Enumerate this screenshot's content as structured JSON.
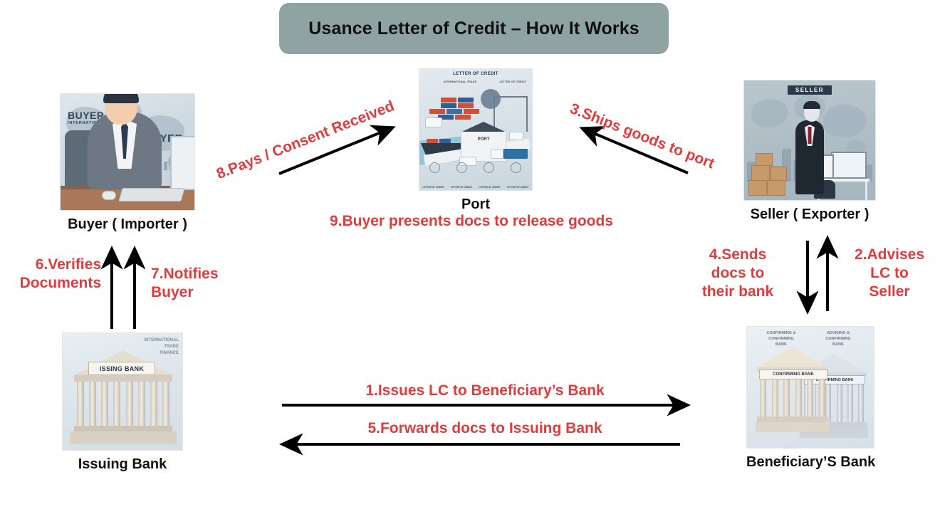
{
  "header": {
    "title": "Usance Letter of Credit – How It Works",
    "bar_color": "#8fa3a3"
  },
  "theme": {
    "step_label_color": "#e23b3b",
    "node_label_color": "#111111",
    "arrow_color": "#000000",
    "background": "#ffffff"
  },
  "nodes": {
    "buyer": {
      "label": "Buyer ( Importer )",
      "image_alt": "buyer-at-desk-illustration",
      "image_texts": {
        "top_left": "BUYER",
        "sub": "INTERNATIONAL TRADE",
        "right": "BUYER"
      }
    },
    "port": {
      "label": "Port",
      "image_alt": "port-letter-of-credit-infographic",
      "image_texts": {
        "header": "LETTER OF CREDIT",
        "left_sub": "INTERNATIONAL TRADE",
        "right_sub": "LETTER OF CREDIT",
        "building": "PORT",
        "footer": [
          "LETTER OF CREDIT",
          "LETTER OF CREDIT",
          "LETTER OF CREDIT",
          "LETTER OF CREDIT"
        ]
      }
    },
    "seller": {
      "label": "Seller ( Exporter )",
      "image_alt": "seller-exporter-illustration",
      "image_texts": {
        "tag": "SELLER"
      }
    },
    "issuing_bank": {
      "label": "Issuing Bank",
      "image_alt": "issuing-bank-building-illustration",
      "image_texts": {
        "sign": "ISSING BANK",
        "corner": "INTERNATIONAL\nTRADE\nFINANCE"
      }
    },
    "beneficiary_bank": {
      "label": "Beneficiary’S Bank",
      "image_alt": "confirming-advising-bank-buildings-illustration",
      "image_texts": {
        "note_left": "CONFIRMING &\nCONFIRMING\nBANK",
        "note_right": "ADVISING &\nCONFIRMING\nBANK",
        "sign_left": "CONFIRMING BANK",
        "sign_right": "CONFIRMING BANK"
      }
    }
  },
  "steps": [
    {
      "id": 1,
      "text": "1.Issues LC to Beneficiary’s Bank",
      "from": "issuing_bank",
      "to": "beneficiary_bank",
      "direction": "right"
    },
    {
      "id": 2,
      "text": "2.Advises\nLC to\nSeller",
      "from": "beneficiary_bank",
      "to": "seller",
      "direction": "up"
    },
    {
      "id": 3,
      "text": "3.Ships goods to port",
      "from": "seller",
      "to": "port",
      "direction": "up-left"
    },
    {
      "id": 4,
      "text": "4.Sends\ndocs to\ntheir bank",
      "from": "seller",
      "to": "beneficiary_bank",
      "direction": "down"
    },
    {
      "id": 5,
      "text": "5.Forwards docs to Issuing Bank",
      "from": "beneficiary_bank",
      "to": "issuing_bank",
      "direction": "left"
    },
    {
      "id": 6,
      "text": "6.Verifies\nDocuments",
      "from": "issuing_bank",
      "to": "buyer",
      "direction": "up"
    },
    {
      "id": 7,
      "text": "7.Notifies\nBuyer",
      "from": "issuing_bank",
      "to": "buyer",
      "direction": "up"
    },
    {
      "id": 8,
      "text": "8.Pays / Consent Received",
      "from": "buyer",
      "to": "port",
      "direction": "up-right"
    },
    {
      "id": 9,
      "text": "9.Buyer presents docs to release goods",
      "from": "buyer",
      "to": "port",
      "direction": "none"
    }
  ]
}
